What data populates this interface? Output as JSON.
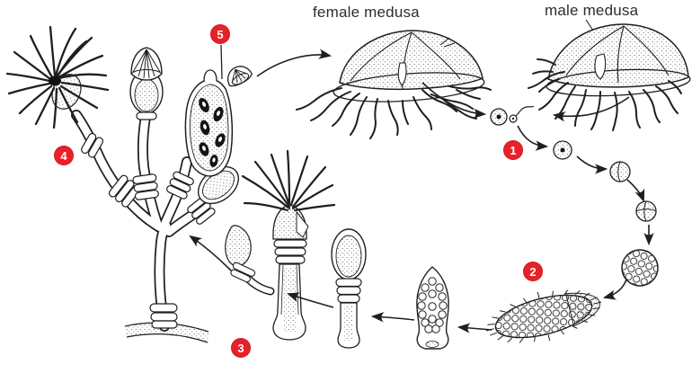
{
  "diagram": {
    "labels": {
      "female_medusa": "female medusa",
      "male_medusa": "male medusa"
    },
    "markers": [
      {
        "number": "1"
      },
      {
        "number": "2"
      },
      {
        "number": "3"
      },
      {
        "number": "4"
      },
      {
        "number": "5"
      }
    ],
    "colors": {
      "marker_red": "#e62129",
      "line": "#1f1f1f",
      "background": "#ffffff"
    }
  }
}
